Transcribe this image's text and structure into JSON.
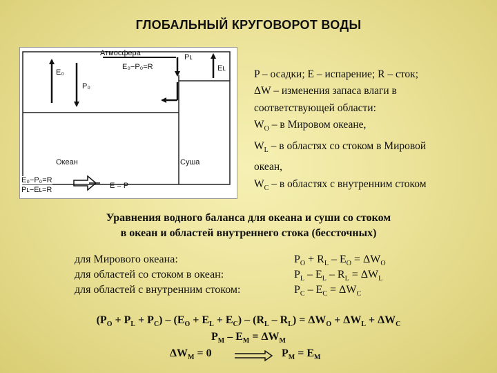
{
  "title": "ГЛОБАЛЬНЫЙ КРУГОВОРОТ ВОДЫ",
  "diagram": {
    "atmosphere": "Атмосфера",
    "eq_top": "E₀−P₀=R",
    "e_o": "E₀",
    "p_o": "P₀",
    "p_l": "Pʟ",
    "e_l": "Eʟ",
    "ocean": "Океан",
    "land": "Суша",
    "eq_ocean": "E₀−P₀=R",
    "eq_land": "Pʟ−Eʟ=R",
    "e_eq_p": "E = P"
  },
  "legend": {
    "line1": "P – осадки; E – испарение; R – сток;",
    "line2": "ΔW – изменения запаса влаги в",
    "line3": "соответствующей области:",
    "line4_main": "W",
    "line4_sub": "O",
    "line4_rest": " – в Мировом океане,",
    "line5_main": "W",
    "line5_sub": "L",
    "line5_rest": " – в областях со стоком в Мировой",
    "line6": "океан,",
    "line7_main": "W",
    "line7_sub": "C",
    "line7_rest": " – в областях с внутренним стоком"
  },
  "heading": {
    "line1": "Уравнения водного баланса для океана и суши со стоком",
    "line2": "в океан и областей внутреннего стока (бессточных)"
  },
  "equations": [
    {
      "label": "для Мирового океана:",
      "parts": [
        "P",
        "O",
        " + R",
        "L",
        " – E",
        "O",
        " = ΔW",
        "O"
      ]
    },
    {
      "label": "для областей со стоком в океан:",
      "parts": [
        "P",
        "L",
        " – E",
        "L",
        " – R",
        "L",
        " = ΔW",
        "L"
      ]
    },
    {
      "label": "для областей с внутренним стоком:",
      "parts": [
        "P",
        "C",
        " – E",
        "C",
        " = ΔW",
        "C"
      ]
    }
  ],
  "total": {
    "parts": [
      "(P",
      "O",
      " + P",
      "L",
      " + P",
      "C",
      ") – (E",
      "O",
      " + E",
      "L",
      " + E",
      "C",
      ") – (R",
      "L",
      " – R",
      "L",
      ") = ΔW",
      "O",
      " + ΔW",
      "L",
      " + ΔW",
      "C"
    ]
  },
  "sum": {
    "parts": [
      "P",
      "M",
      " – E",
      "M",
      " = ΔW",
      "M"
    ]
  },
  "final": {
    "left_parts": [
      "ΔW",
      "M",
      " = 0"
    ],
    "right_parts": [
      "P",
      "M",
      " = E",
      "M"
    ]
  }
}
